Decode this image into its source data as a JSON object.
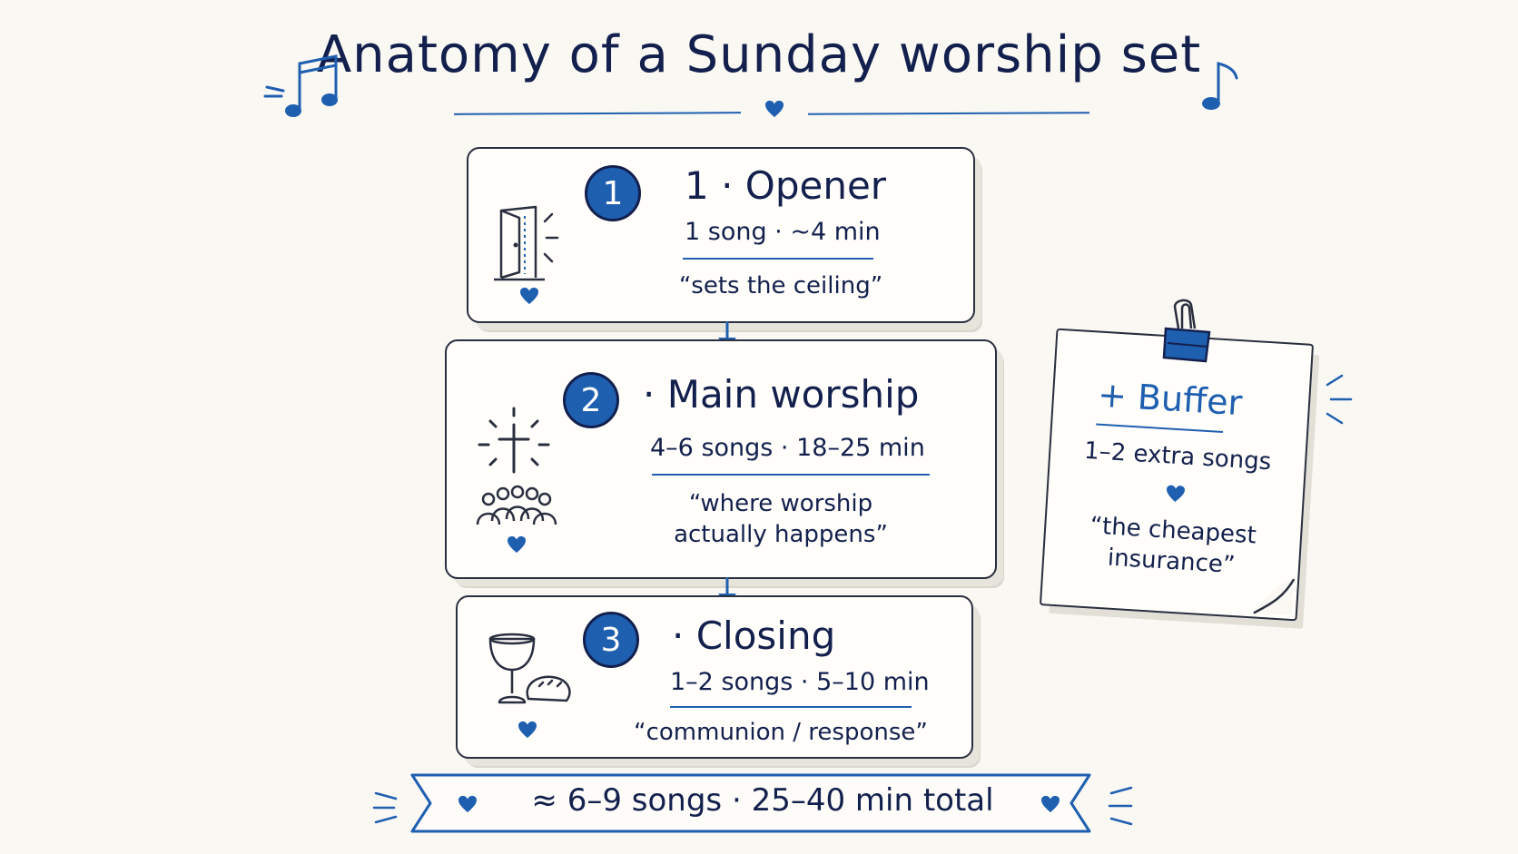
{
  "title": "Anatomy of a Sunday worship set",
  "colors": {
    "accent": "#1f5fb0",
    "ink": "#13204d",
    "paper": "#faf8f3"
  },
  "steps": [
    {
      "number": "1",
      "title": "1 · Opener",
      "meta": "1 song · ~4 min",
      "quote": "“sets the ceiling”",
      "icon": "door-icon"
    },
    {
      "number": "2",
      "title": "· Main worship",
      "meta": "4–6 songs · 18–25 min",
      "quote_line1": "“where worship",
      "quote_line2": "actually happens”",
      "icon": "cross-congregation-icon"
    },
    {
      "number": "3",
      "title": "· Closing",
      "meta": "1–2 songs · 5–10 min",
      "quote": "“communion / response”",
      "icon": "chalice-bread-icon"
    }
  ],
  "buffer": {
    "title": "+ Buffer",
    "meta": "1–2 extra songs",
    "quote_line1": "“the cheapest",
    "quote_line2": "insurance”"
  },
  "total": "≈ 6–9 songs · 25–40 min total"
}
